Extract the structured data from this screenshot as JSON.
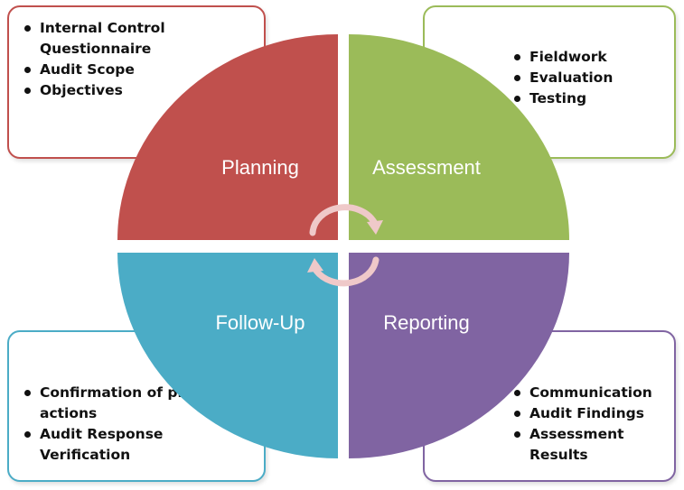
{
  "colors": {
    "planning": "#c0504d",
    "assessment": "#9bbb59",
    "followup": "#4bacc6",
    "reporting": "#8064a2",
    "arrow": "#efc9c9"
  },
  "quadrants": {
    "planning": {
      "label": "Planning"
    },
    "assessment": {
      "label": "Assessment"
    },
    "followup": {
      "label": "Follow-Up"
    },
    "reporting": {
      "label": "Reporting"
    }
  },
  "boxes": {
    "planning": {
      "items": [
        "Internal Control Questionnaire",
        "Audit Scope",
        "Objectives"
      ]
    },
    "assessment": {
      "items": [
        "Fieldwork",
        "Evaluation",
        "Testing"
      ]
    },
    "followup": {
      "items": [
        "Confirmation of planned actions",
        "Audit Response Verification"
      ]
    },
    "reporting": {
      "items": [
        "Communication",
        "Audit Findings",
        "Assessment Results"
      ]
    }
  },
  "icons": {
    "center": "cycle-arrows-icon"
  }
}
